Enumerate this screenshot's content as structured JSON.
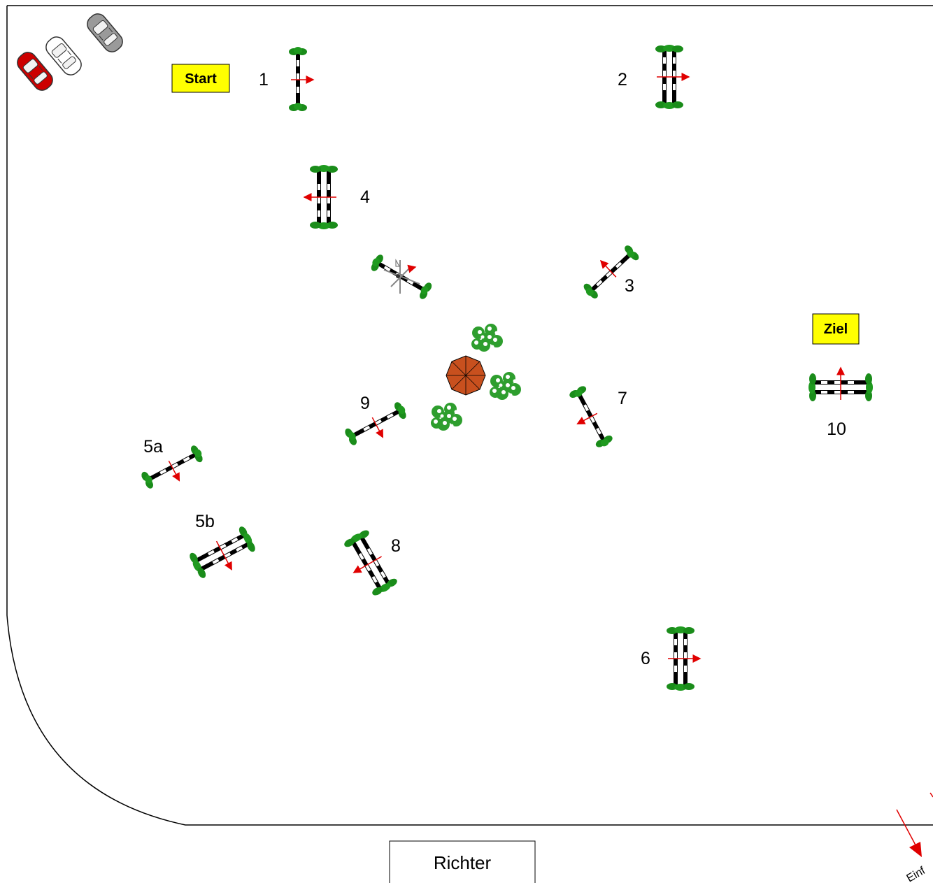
{
  "labels": {
    "start": "Start",
    "finish": "Ziel",
    "judge": "Richter",
    "exit": "Einf"
  },
  "obstacles": [
    {
      "id": "1",
      "label": "1",
      "type": "vertical"
    },
    {
      "id": "2",
      "label": "2",
      "type": "oxer"
    },
    {
      "id": "3",
      "label": "3",
      "type": "vertical"
    },
    {
      "id": "4",
      "label": "4",
      "type": "oxer"
    },
    {
      "id": "5a",
      "label": "5a",
      "type": "vertical"
    },
    {
      "id": "5b",
      "label": "5b",
      "type": "oxer"
    },
    {
      "id": "6",
      "label": "6",
      "type": "oxer"
    },
    {
      "id": "7",
      "label": "7",
      "type": "vertical"
    },
    {
      "id": "8",
      "label": "8",
      "type": "oxer"
    },
    {
      "id": "9",
      "label": "9",
      "type": "vertical"
    },
    {
      "id": "10",
      "label": "10",
      "type": "oxer"
    },
    {
      "id": "flag",
      "label": "",
      "type": "vertical-with-flag"
    }
  ],
  "colors": {
    "arena_line": "#000000",
    "tag_fill": "#ffff00",
    "hedge": "#1a8c1a",
    "arrow": "#e00000",
    "umbrella": "#c8501e",
    "shrub": "#2e9e2e",
    "car_red": "#cc0000",
    "car_white": "#ffffff",
    "car_grey": "#9a9a9a"
  }
}
